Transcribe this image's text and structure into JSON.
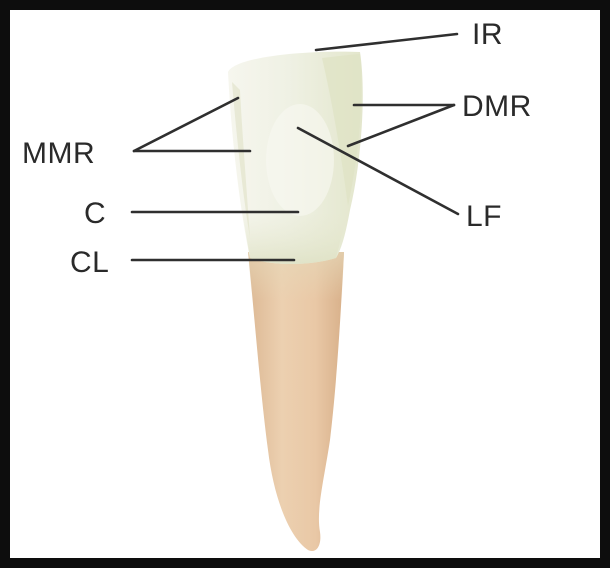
{
  "diagram": {
    "subject": "tooth",
    "labels": {
      "ir": "IR",
      "dmr": "DMR",
      "mmr": "MMR",
      "c": "C",
      "lf": "LF",
      "cl": "CL"
    },
    "colors": {
      "frame": "#0d0d0d",
      "crown": "#eef0df",
      "root": "#e7c8a6",
      "text": "#2a2a2a"
    }
  }
}
